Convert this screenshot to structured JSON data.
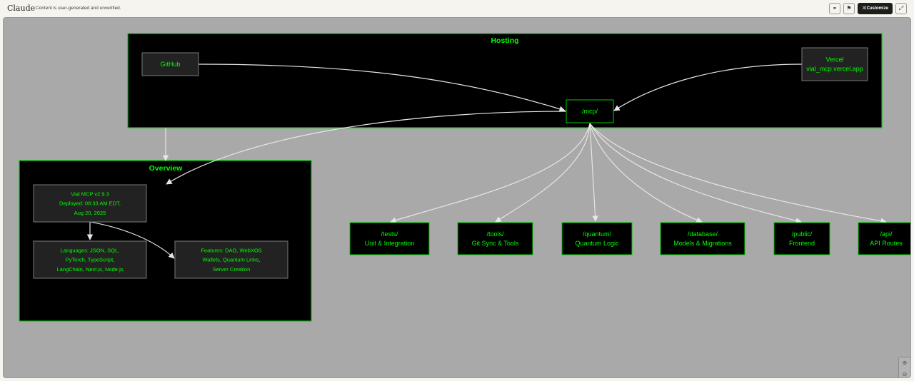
{
  "header": {
    "brand": "Claude",
    "notice": "Content is user-generated and unverified.",
    "customize_label": "Customize",
    "icons": [
      "link-icon",
      "flag-icon",
      "expand-icon"
    ]
  },
  "colors": {
    "canvas": "#a9a9a9",
    "node_fill": "#000000",
    "node_stroke": "#00cc00",
    "text": "#00ff00",
    "edge": "#e6e6e6"
  },
  "diagram": {
    "clusters": {
      "hosting": "Hosting",
      "overview": "Overview"
    },
    "nodes": {
      "github": [
        "GitHub"
      ],
      "vercel": [
        "Vercel",
        "vial_mcp.vercel.app"
      ],
      "mcp": [
        "/mcp/"
      ],
      "vial": [
        "Vial MCP v2.9.3",
        "Deployed: 08:33 AM EDT,",
        "Aug 20, 2025"
      ],
      "languages": [
        "Languages: JSON, SQL,",
        "PyTorch, TypeScript,",
        "LangChain, Next.js, Node.js"
      ],
      "features": [
        "Features: DAO, WebXOS",
        "Wallets, Quantum Links,",
        "Server Creation"
      ],
      "tests": [
        "/tests/",
        "Unit & Integration"
      ],
      "tools": [
        "/tools/",
        "Git Sync & Tools"
      ],
      "quantum": [
        "/quantum/",
        "Quantum Logic"
      ],
      "database": [
        "/database/",
        "Models & Migrations"
      ],
      "public": [
        "/public/",
        "Frontend"
      ],
      "api": [
        "/api/",
        "API Routes"
      ]
    },
    "edges": [
      [
        "github",
        "mcp"
      ],
      [
        "vercel",
        "mcp"
      ],
      [
        "mcp",
        "vial"
      ],
      [
        "hosting",
        "overview"
      ],
      [
        "vial",
        "languages"
      ],
      [
        "vial",
        "features"
      ],
      [
        "mcp",
        "tests"
      ],
      [
        "mcp",
        "tools"
      ],
      [
        "mcp",
        "quantum"
      ],
      [
        "mcp",
        "database"
      ],
      [
        "mcp",
        "public"
      ],
      [
        "mcp",
        "api"
      ]
    ]
  },
  "zoom_controls": [
    "zoom-in-icon",
    "zoom-out-icon",
    "fit-icon"
  ]
}
